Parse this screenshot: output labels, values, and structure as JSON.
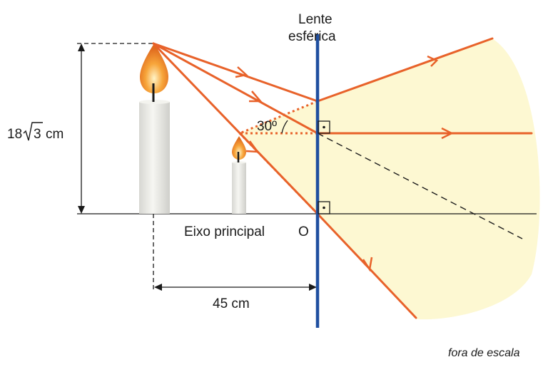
{
  "diagram": {
    "lens_label_line1": "Lente",
    "lens_label_line2": "esférica",
    "height_label_main": "18",
    "height_label_root": "3",
    "height_label_unit": "cm",
    "angle_label": "30º",
    "axis_label": "Eixo principal",
    "optical_center_label": "O",
    "distance_label": "45 cm",
    "scale_note": "fora de escala"
  },
  "colors": {
    "ray": "#e8622a",
    "lens": "#1f4fa0",
    "light_region": "#fdf8d2",
    "candle": "#e9e9e4",
    "flame": "#f39a2c"
  }
}
